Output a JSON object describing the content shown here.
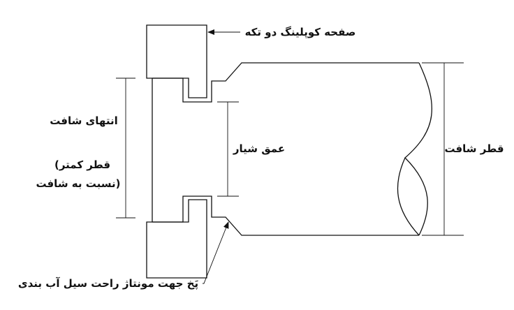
{
  "labels": {
    "coupling_plate": "صفحه کوپلینگ دو تکه",
    "shaft_end": "انتهای شافت",
    "shaft_end_note_line1": "(قطر کمتر",
    "shaft_end_note_line2": "نسبت به شافت)",
    "groove_depth": "عمق شیار",
    "shaft_diameter": "قطر شافت",
    "chamfer": "پَخ جهت مونتاژ راحت سیل آب بندی"
  }
}
